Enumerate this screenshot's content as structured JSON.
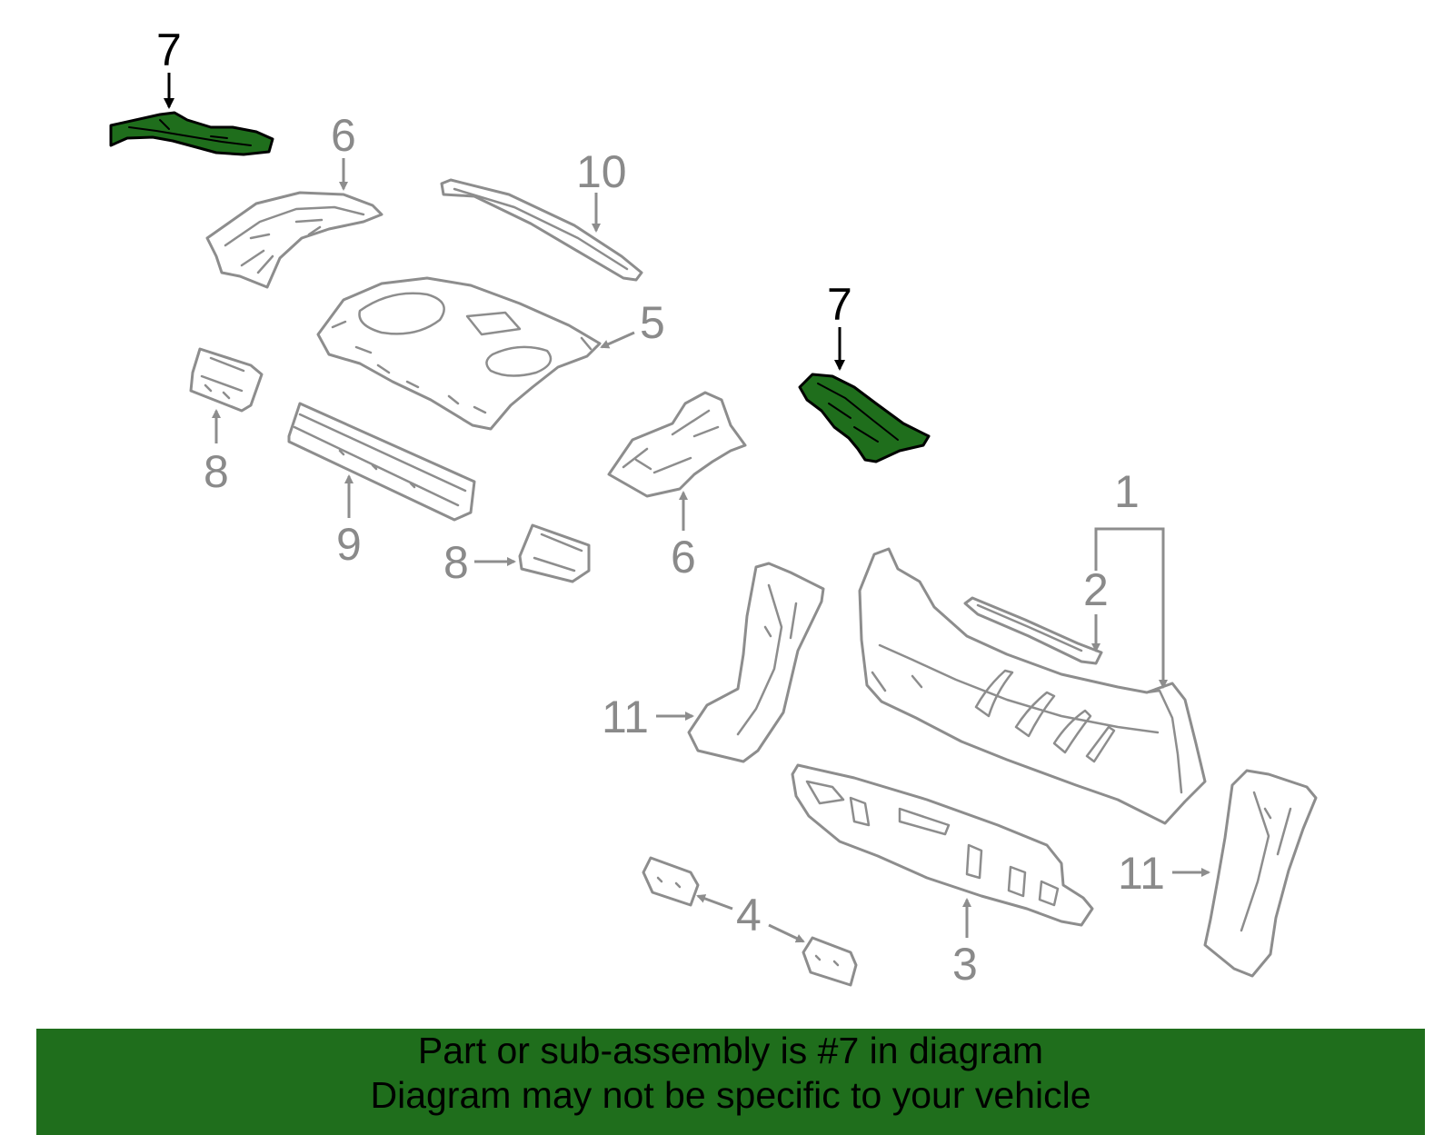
{
  "colors": {
    "highlight": "#1f6e1c",
    "banner_bg": "#1f6e1c",
    "part_stroke": "#8d8d8d",
    "callout_gray": "#8a8a8a",
    "callout_highlight": "#000000"
  },
  "callouts": {
    "c7a": "7",
    "c6a": "6",
    "c10": "10",
    "c5": "5",
    "c7b": "7",
    "c8a": "8",
    "c9": "9",
    "c8b": "8",
    "c6b": "6",
    "c1": "1",
    "c2": "2",
    "c11a": "11",
    "c11b": "11",
    "c4": "4",
    "c3": "3"
  },
  "banner": {
    "line1": "Part or sub-assembly is #7 in diagram",
    "line2": "Diagram may not be specific to your vehicle"
  }
}
